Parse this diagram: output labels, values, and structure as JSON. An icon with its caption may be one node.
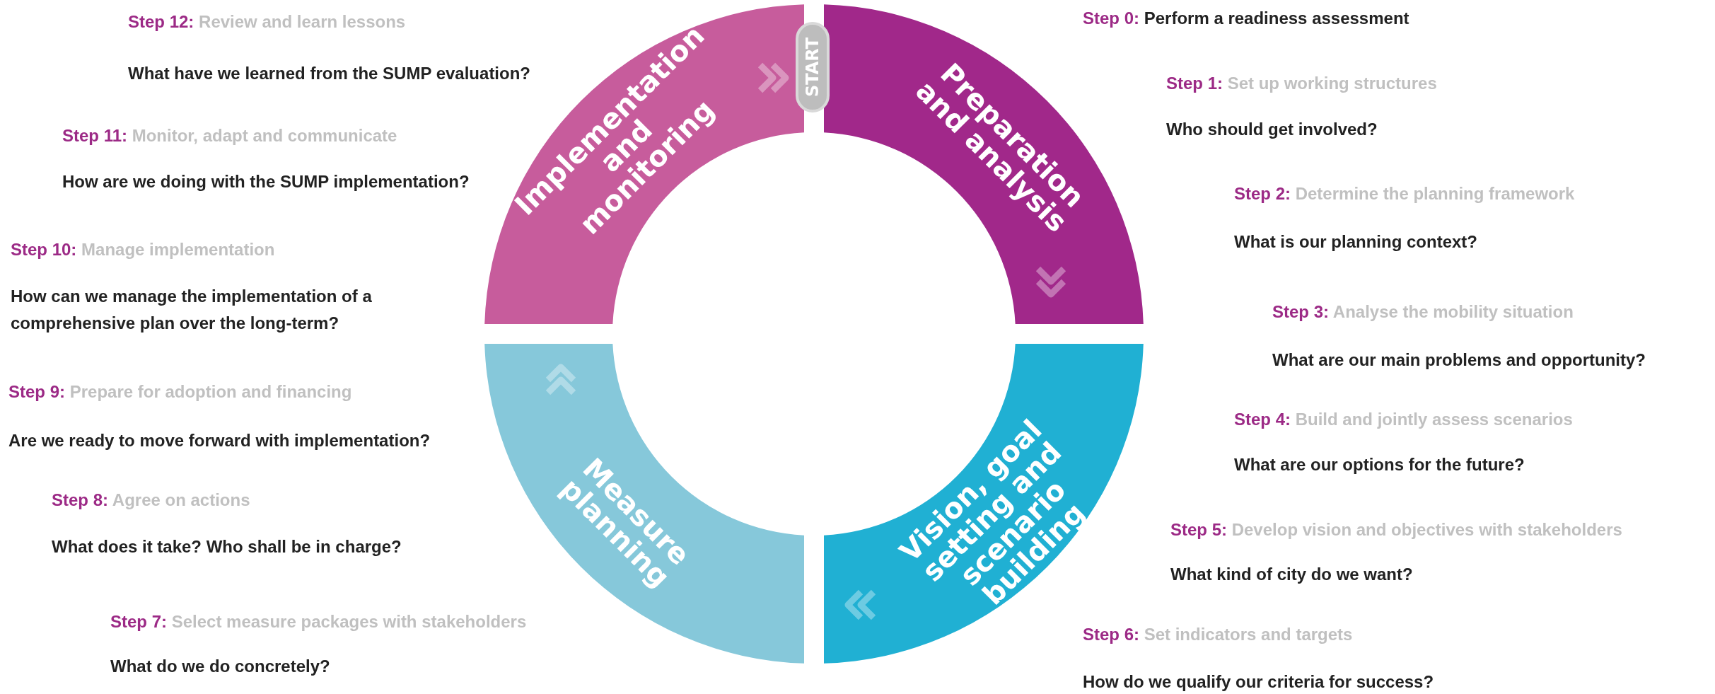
{
  "diagram": {
    "nodes": [
      {
        "text": [
          "Implementation and monitoring"
        ]
      },
      {
        "text": [
          "Preparation and analysis"
        ]
      },
      {
        "text": [
          "Measure planning"
        ]
      },
      {
        "text": [
          "Vision, goal setting and scenario building"
        ]
      }
    ],
    "labels": [
      "START",
      "Step 0:",
      "Perform a readiness assessment",
      "Step 1:",
      "Set up working structures",
      "Who should get involved?",
      "Step 2:",
      "Determine the planning framework",
      "What is our planning context?",
      "Step 3:",
      "Analyse the mobility situation",
      "What are our main problems and opportunity?",
      "Step 4:",
      "Build and jointly assess scenarios",
      "What are our options for the future?",
      "Step 5:",
      "Develop vision and objectives with stakeholders",
      "What kind of city do we want?",
      "Step 6:",
      "Set indicators and targets",
      "How do we qualify our criteria for success?",
      "Step 7:",
      "Select measure packages with stakeholders",
      "What do we do concretely?",
      "Step 8:",
      "Agree on actions",
      "What does it take? Who shall be in charge?",
      "Step 9:",
      "Prepare for adoption and financing",
      "Are we ready to move forward with implementation?",
      "Step 10:",
      "Manage implementation",
      "How can we manage the implementation of a comprehensive plan over the long-term?",
      "Step 11:",
      "Monitor, adapt and communicate",
      "How are we doing with the SUMP implementation?",
      "Step 12:",
      "Review and learn lessons",
      "What have we learned from the SUMP evaluation?"
    ]
  }
}
